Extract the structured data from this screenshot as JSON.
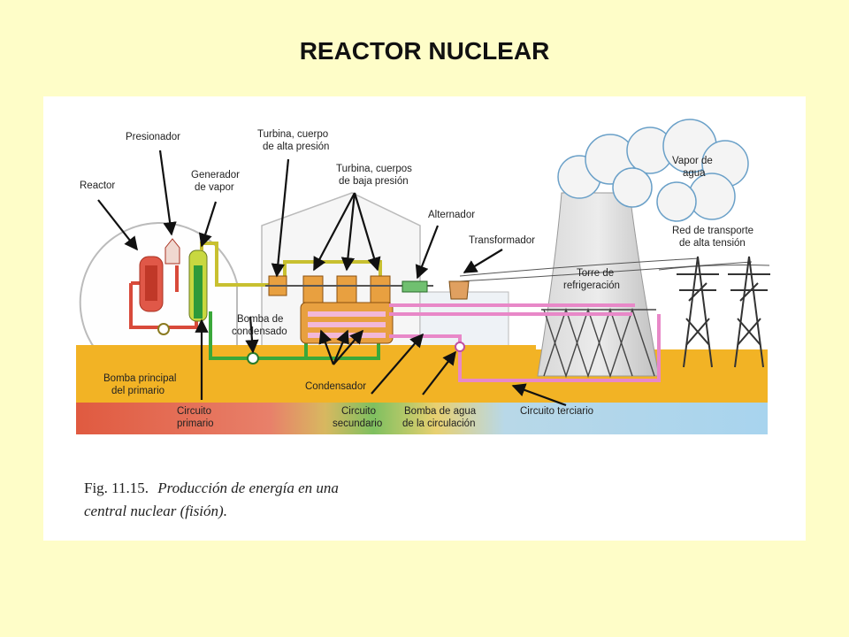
{
  "slide_title": "REACTOR NUCLEAR",
  "labels": {
    "reactor": "Reactor",
    "presionador": "Presionador",
    "generador": [
      "Generador",
      "de vapor"
    ],
    "turbina_alta": [
      "Turbina, cuerpo",
      "de alta presión"
    ],
    "turbina_baja": [
      "Turbina, cuerpos",
      "de baja presión"
    ],
    "alternador": "Alternador",
    "transformador": "Transformador",
    "vapor_agua": [
      "Vapor de",
      "agua"
    ],
    "red_transporte": [
      "Red de transporte",
      "de alta tensión"
    ],
    "torre": [
      "Torre de",
      "refrigeración"
    ],
    "bomba_condensado": [
      "Bomba de",
      "condensado"
    ],
    "bomba_principal": [
      "Bomba principal",
      "del primario"
    ],
    "condensador": "Condensador",
    "circuito_primario": [
      "Circuito",
      "primario"
    ],
    "circuito_secundario": [
      "Circuito",
      "secundario"
    ],
    "bomba_agua": [
      "Bomba de agua",
      "de la circulación"
    ],
    "circuito_terciario": "Circuito terciario"
  },
  "caption": {
    "number": "Fig. 11.15.",
    "text_line1": "Producción de energía en una",
    "text_line2": "central nuclear (fisión)."
  },
  "colors": {
    "background": "#fefdc8",
    "primary_circuit": "#e05040",
    "secondary_circuit": "#3aaa3a",
    "tertiary_circuit": "#e888c8",
    "steam": "#c8c030",
    "ground": "#f0b020",
    "water": "#a8d4ee"
  }
}
